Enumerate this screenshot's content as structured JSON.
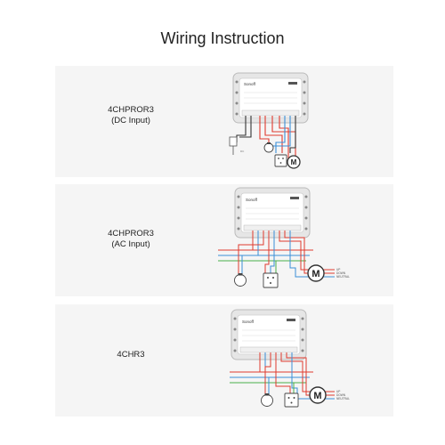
{
  "page": {
    "title": "Wiring Instruction"
  },
  "panels": [
    {
      "lines": [
        "4CHPROR3",
        "(DC Input)"
      ]
    },
    {
      "lines": [
        "4CHPROR3",
        "(AC Input)"
      ]
    },
    {
      "lines": [
        "4CHR3"
      ]
    }
  ],
  "device": {
    "brand": "Sonoff"
  },
  "icons": {
    "device": "sonoff-4ch-module",
    "bulb": "light-bulb-icon",
    "outlet": "socket-outlet-icon",
    "motor": "motor-icon",
    "adapter": "dc-power-adapter-icon"
  },
  "motor_label": "M",
  "motor_wire_labels": [
    "UP",
    "DOWN",
    "NEUTRAL"
  ],
  "colors": {
    "live": "#e03a2e",
    "neutral": "#3a8fd8",
    "earth": "#49b04a",
    "black": "#333333",
    "panel": "#f5f5f5",
    "device_frame": "#dcdcdc"
  }
}
